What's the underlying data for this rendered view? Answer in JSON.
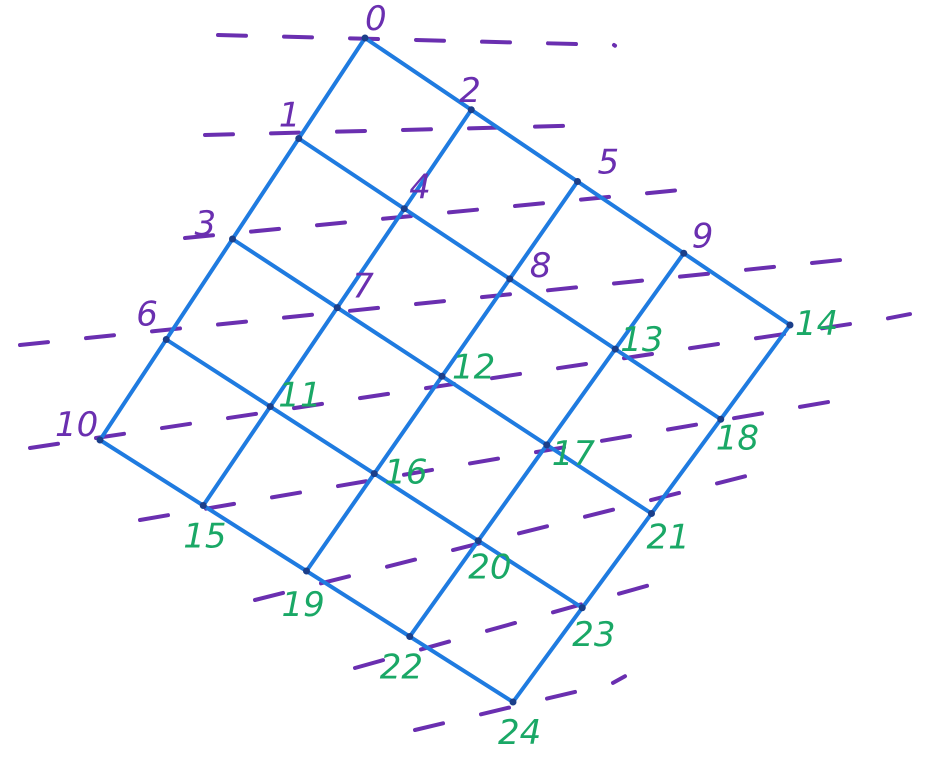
{
  "colors": {
    "grid": "#1f7be0",
    "dash": "#6a2fb0",
    "label_upper": "#6a2fb0",
    "label_lower": "#1aa866",
    "dot": "#1b3f8a"
  },
  "nodes": [
    {
      "id": 0,
      "label": "0"
    },
    {
      "id": 1,
      "label": "1"
    },
    {
      "id": 2,
      "label": "2"
    },
    {
      "id": 3,
      "label": "3"
    },
    {
      "id": 4,
      "label": "4"
    },
    {
      "id": 5,
      "label": "5"
    },
    {
      "id": 6,
      "label": "6"
    },
    {
      "id": 7,
      "label": "7"
    },
    {
      "id": 8,
      "label": "8"
    },
    {
      "id": 9,
      "label": "9"
    },
    {
      "id": 10,
      "label": "10"
    },
    {
      "id": 11,
      "label": "11"
    },
    {
      "id": 12,
      "label": "12"
    },
    {
      "id": 13,
      "label": "13"
    },
    {
      "id": 14,
      "label": "14"
    },
    {
      "id": 15,
      "label": "15"
    },
    {
      "id": 16,
      "label": "16"
    },
    {
      "id": 17,
      "label": "17"
    },
    {
      "id": 18,
      "label": "18"
    },
    {
      "id": 19,
      "label": "19"
    },
    {
      "id": 20,
      "label": "20"
    },
    {
      "id": 21,
      "label": "21"
    },
    {
      "id": 22,
      "label": "22"
    },
    {
      "id": 23,
      "label": "23"
    },
    {
      "id": 24,
      "label": "24"
    }
  ],
  "grid": {
    "rows": [
      [
        0,
        2,
        5,
        9,
        14
      ],
      [
        1,
        4,
        8,
        13,
        18
      ],
      [
        3,
        7,
        12,
        17,
        21
      ],
      [
        6,
        11,
        16,
        20,
        23
      ],
      [
        10,
        15,
        19,
        22,
        24
      ]
    ]
  }
}
